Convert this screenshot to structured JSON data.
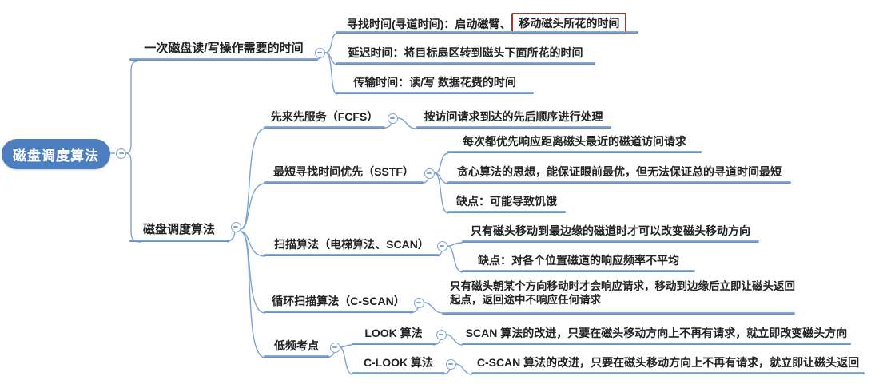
{
  "map": {
    "root": {
      "label": "磁盘调度算法"
    },
    "branches": [
      {
        "label": "一次磁盘读/写操作需要的时间",
        "children": [
          {
            "prefix": "寻找时间(寻道时间)：启动磁臂、",
            "highlight": "移动磁头所花的时间"
          },
          {
            "label": "延迟时间：将目标扇区转到磁头下面所花的时间"
          },
          {
            "label": "传输时间：读/写 数据花费的时间"
          }
        ]
      },
      {
        "label": "磁盘调度算法",
        "children": [
          {
            "label": "先来先服务（FCFS）",
            "children": [
              {
                "label": "按访问请求到达的先后顺序进行处理"
              }
            ]
          },
          {
            "label": "最短寻找时间优先（SSTF）",
            "children": [
              {
                "label": "每次都优先响应距离磁头最近的磁道访问请求"
              },
              {
                "label": "贪心算法的思想，能保证眼前最优，但无法保证总的寻道时间最短"
              },
              {
                "label": "缺点：可能导致饥饿"
              }
            ]
          },
          {
            "label": "扫描算法（电梯算法、SCAN）",
            "children": [
              {
                "label": "只有磁头移动到最边缘的磁道时才可以改变磁头移动方向"
              },
              {
                "label": "缺点：对各个位置磁道的响应频率不平均"
              }
            ]
          },
          {
            "label": "循环扫描算法（C-SCAN）",
            "children": [
              {
                "label": "只有磁头朝某个方向移动时才会响应请求，移动到边缘后立即让磁头返回起点，返回途中不响应任何请求"
              }
            ]
          },
          {
            "label": "低频考点",
            "children": [
              {
                "label": "LOOK 算法",
                "children": [
                  {
                    "label": "SCAN 算法的改进，只要在磁头移动方向上不再有请求，就立即改变磁头方向"
                  }
                ]
              },
              {
                "label": "C-LOOK 算法",
                "children": [
                  {
                    "label": "C-SCAN 算法的改进，只要在磁头移动方向上不再有请求，就立即让磁头返回"
                  }
                ]
              }
            ]
          }
        ]
      }
    ],
    "colors": {
      "root_fill": "#4d7ec0",
      "line": "#7da3d4",
      "underline": "#6f96ca",
      "highlight_border": "#9b3a34",
      "text": "#222222"
    },
    "icons": {
      "collapse": "minus-circle-icon"
    }
  }
}
